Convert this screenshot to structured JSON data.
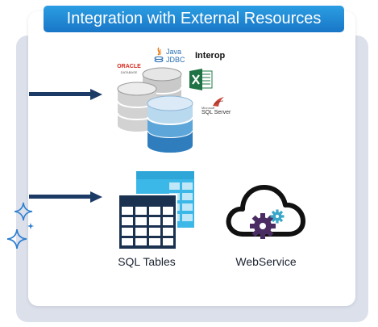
{
  "title": "Integration with External Resources",
  "databases": {
    "logo_oracle": "ORACLE",
    "logo_oracle_sub": "DATABASE",
    "logo_java": "Java",
    "logo_jdbc": "JDBC",
    "logo_interop": "Interop",
    "logo_sqlserver": "SQL Server",
    "logo_sqlserver_sub": "Microsoft",
    "icons": [
      "database-stack-icon",
      "excel-icon",
      "java-icon",
      "sql-server-icon"
    ]
  },
  "sql_tables": {
    "label": "SQL Tables",
    "icon": "table-grid-icon"
  },
  "webservice": {
    "label": "WebService",
    "icon": "cloud-gear-icon"
  },
  "colors": {
    "banner": "#1f87d6",
    "arrow": "#1c3a66",
    "table_front": "#1a3150",
    "table_back": "#3bb8e8",
    "cylinder_grey": "#d8d8d8",
    "cylinder_blue": "#5ca6d9",
    "gear_purple": "#4a2c63",
    "gear_teal": "#3aa7c9",
    "sparkle": "#2f7fd1"
  }
}
